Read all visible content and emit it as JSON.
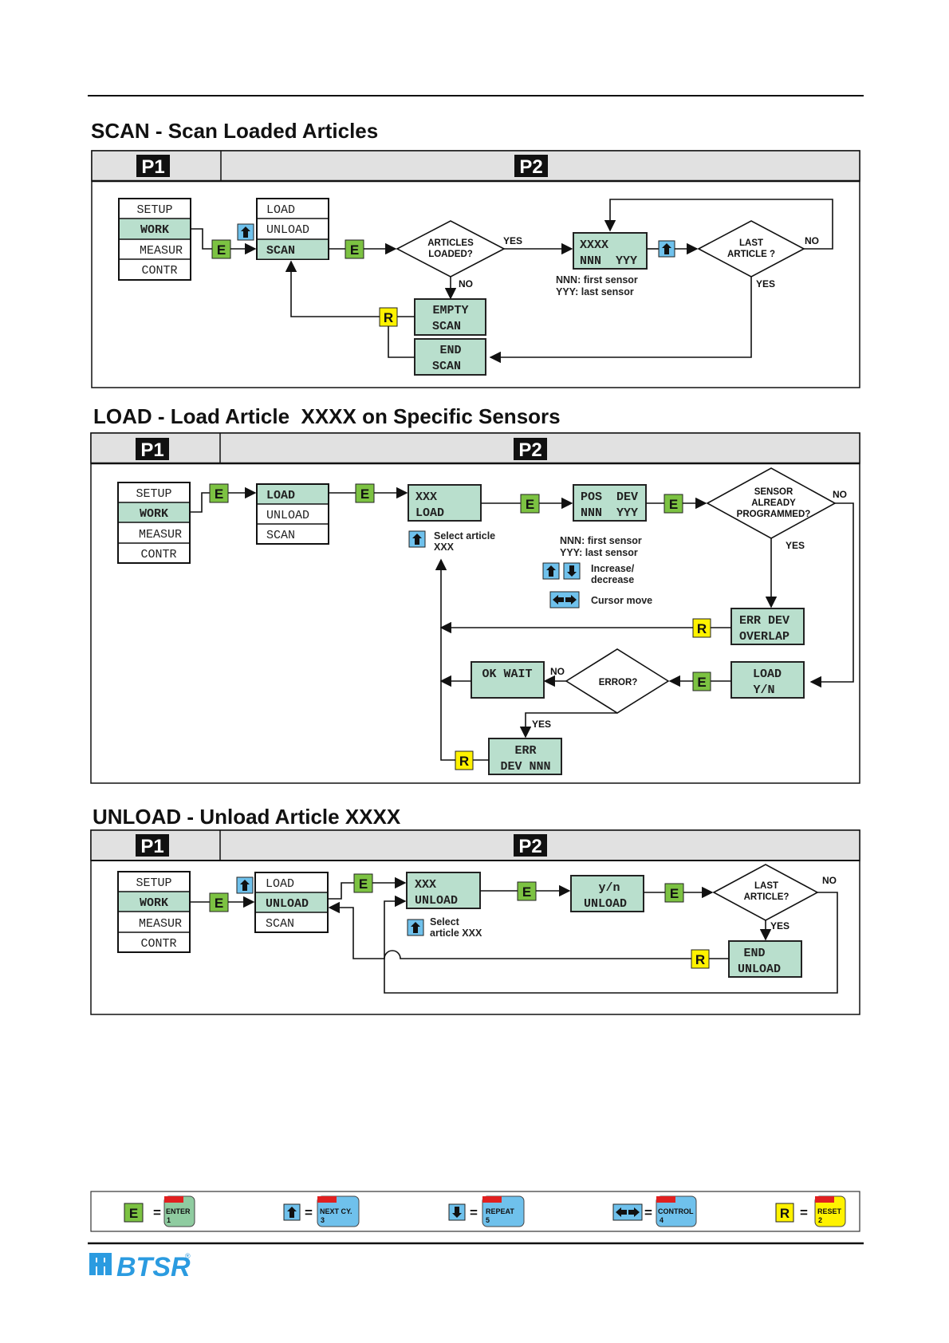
{
  "colors": {
    "lcd": "#b9dfcd",
    "enter": "#7cc242",
    "reset": "#fff200",
    "arrow_key": "#6fc1ec",
    "header": "#e1e1e1",
    "logo": "#2b9be0"
  },
  "p_labels": {
    "p1": "P1",
    "p2": "P2"
  },
  "scan": {
    "title": "SCAN - Scan Loaded Articles",
    "p1_menu": [
      "SETUP",
      "WORK",
      "MEASUR",
      "CONTR"
    ],
    "p2_menu": [
      "LOAD",
      "UNLOAD",
      "SCAN"
    ],
    "decision_loaded": [
      "ARTICLES",
      "LOADED?"
    ],
    "yes": "YES",
    "no": "NO",
    "display_article": [
      "XXXX",
      "NNN  YYY"
    ],
    "note": [
      "NNN: first sensor",
      "YYY: last sensor"
    ],
    "decision_last": [
      "LAST",
      "ARTICLE ?"
    ],
    "empty_scan": [
      "EMPTY",
      "SCAN"
    ],
    "end_scan": [
      "END",
      "SCAN"
    ]
  },
  "load": {
    "title": "LOAD - Load Article  XXXX on Specific Sensors",
    "p1_menu": [
      "SETUP",
      "WORK",
      "MEASUR",
      "CONTR"
    ],
    "p2_menu": [
      "LOAD",
      "UNLOAD",
      "SCAN"
    ],
    "display_select": [
      "XXX",
      "LOAD"
    ],
    "select_note": [
      "Select article",
      "XXX"
    ],
    "display_pos": [
      "POS  DEV",
      "NNN  YYY"
    ],
    "note": [
      "NNN: first sensor",
      "YYY: last sensor"
    ],
    "incdec_note": [
      "Increase/",
      "decrease"
    ],
    "cursor_note": "Cursor move",
    "decision_sensor": [
      "SENSOR",
      "ALREADY",
      "PROGRAMMED?"
    ],
    "yes": "YES",
    "no": "NO",
    "err_overlap": [
      "ERR DEV",
      "OVERLAP"
    ],
    "load_yn": [
      "LOAD",
      "Y/N"
    ],
    "decision_error": "ERROR?",
    "ok_wait": "OK WAIT",
    "err_dev": [
      "ERR",
      "DEV NNN"
    ]
  },
  "unload": {
    "title": "UNLOAD - Unload Article XXXX",
    "p1_menu": [
      "SETUP",
      "WORK",
      "MEASUR",
      "CONTR"
    ],
    "p2_menu": [
      "LOAD",
      "UNLOAD",
      "SCAN"
    ],
    "display_select": [
      "XXX",
      "UNLOAD"
    ],
    "select_note": [
      "Select",
      "article XXX"
    ],
    "display_yn": [
      "y/n",
      "UNLOAD"
    ],
    "decision_last": [
      "LAST",
      "ARTICLE?"
    ],
    "yes": "YES",
    "no": "NO",
    "end_unload": [
      "END",
      "UNLOAD"
    ]
  },
  "keys": {
    "enter": "E",
    "reset": "R",
    "eq": "="
  },
  "legend": [
    {
      "symbol": "enter-key",
      "label": "ENTER",
      "num": "1"
    },
    {
      "symbol": "up-key",
      "label": "NEXT CY.",
      "num": "3"
    },
    {
      "symbol": "down-key",
      "label": "REPEAT",
      "num": "5"
    },
    {
      "symbol": "leftright-key",
      "label": "CONTROL",
      "num": "4"
    },
    {
      "symbol": "reset-key",
      "label": "RESET",
      "num": "2"
    }
  ],
  "logo": "BTSR",
  "logo_reg": "®"
}
